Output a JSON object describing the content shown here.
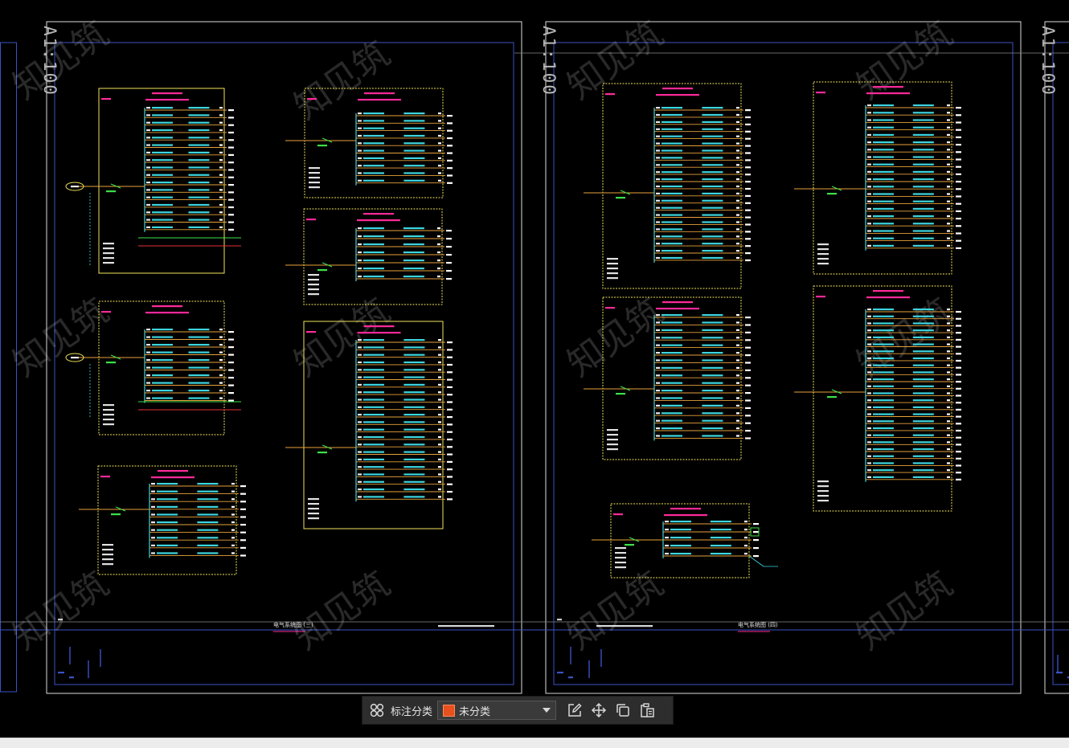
{
  "toolbar": {
    "category_label": "标注分类",
    "category_value": "未分类",
    "category_color": "#e8501e"
  },
  "drawing": {
    "scale_text": "A1:100",
    "watermark_text": "知见筑",
    "sheet_titles": [
      "电气系统图 (三)",
      "电气系统图 (四)"
    ],
    "colors": {
      "frame": "#3b52c4",
      "panel": "#f2e45a",
      "feeder": "#e8a23c",
      "label": "#3cd6e0",
      "title": "#ff2a9a",
      "breaker": "#3ce04a"
    }
  }
}
